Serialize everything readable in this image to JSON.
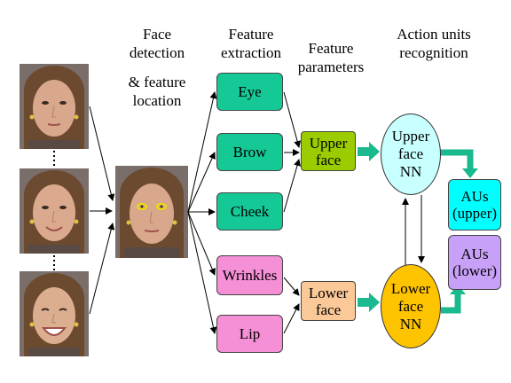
{
  "headers": {
    "face_detection": [
      "Face",
      "detection",
      "& feature",
      "location"
    ],
    "feature_extraction": [
      "Feature",
      "extraction"
    ],
    "feature_parameters": [
      "Feature",
      "parameters"
    ],
    "action_units": [
      "Action units",
      "recognition"
    ]
  },
  "features": [
    "Eye",
    "Brow",
    "Cheek",
    "Wrinkles",
    "Lip"
  ],
  "parameters": {
    "upper": [
      "Upper",
      "face"
    ],
    "lower": [
      "Lower",
      "face"
    ]
  },
  "networks": {
    "upper": [
      "Upper",
      "face",
      "NN"
    ],
    "lower": [
      "Lower",
      "face",
      "NN"
    ]
  },
  "outputs": {
    "upper": [
      "AUs",
      "(upper)"
    ],
    "lower": [
      "AUs",
      "(lower)"
    ]
  },
  "colors": {
    "feature_upper": "#14c996",
    "feature_lower": "#f58fd6",
    "param_upper": "#9bcc00",
    "param_lower": "#fbc898",
    "nn_upper": "#c8ffff",
    "nn_lower": "#ffc400",
    "au_upper": "#00ffff",
    "au_lower": "#c8a0f8",
    "flow_arrow": "#1aba8e"
  }
}
